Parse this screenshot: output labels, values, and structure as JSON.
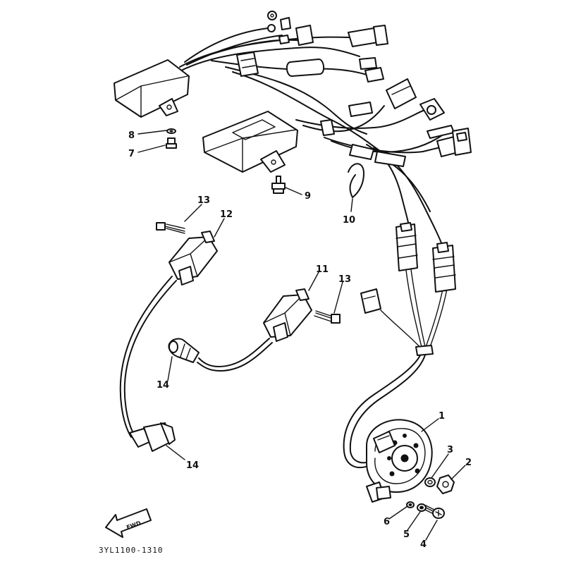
{
  "diagram": {
    "callouts": {
      "p1": "1",
      "p2": "2",
      "p3": "3",
      "p4": "4",
      "p5": "5",
      "p6": "6",
      "p7": "7",
      "p8": "8",
      "p9": "9",
      "p10": "10",
      "p11": "11",
      "p12": "12",
      "p13a": "13",
      "p13b": "13",
      "p14a": "14",
      "p14b": "14"
    },
    "drawing_code": "3YL1100-1310",
    "fwd_label": "FWD"
  }
}
